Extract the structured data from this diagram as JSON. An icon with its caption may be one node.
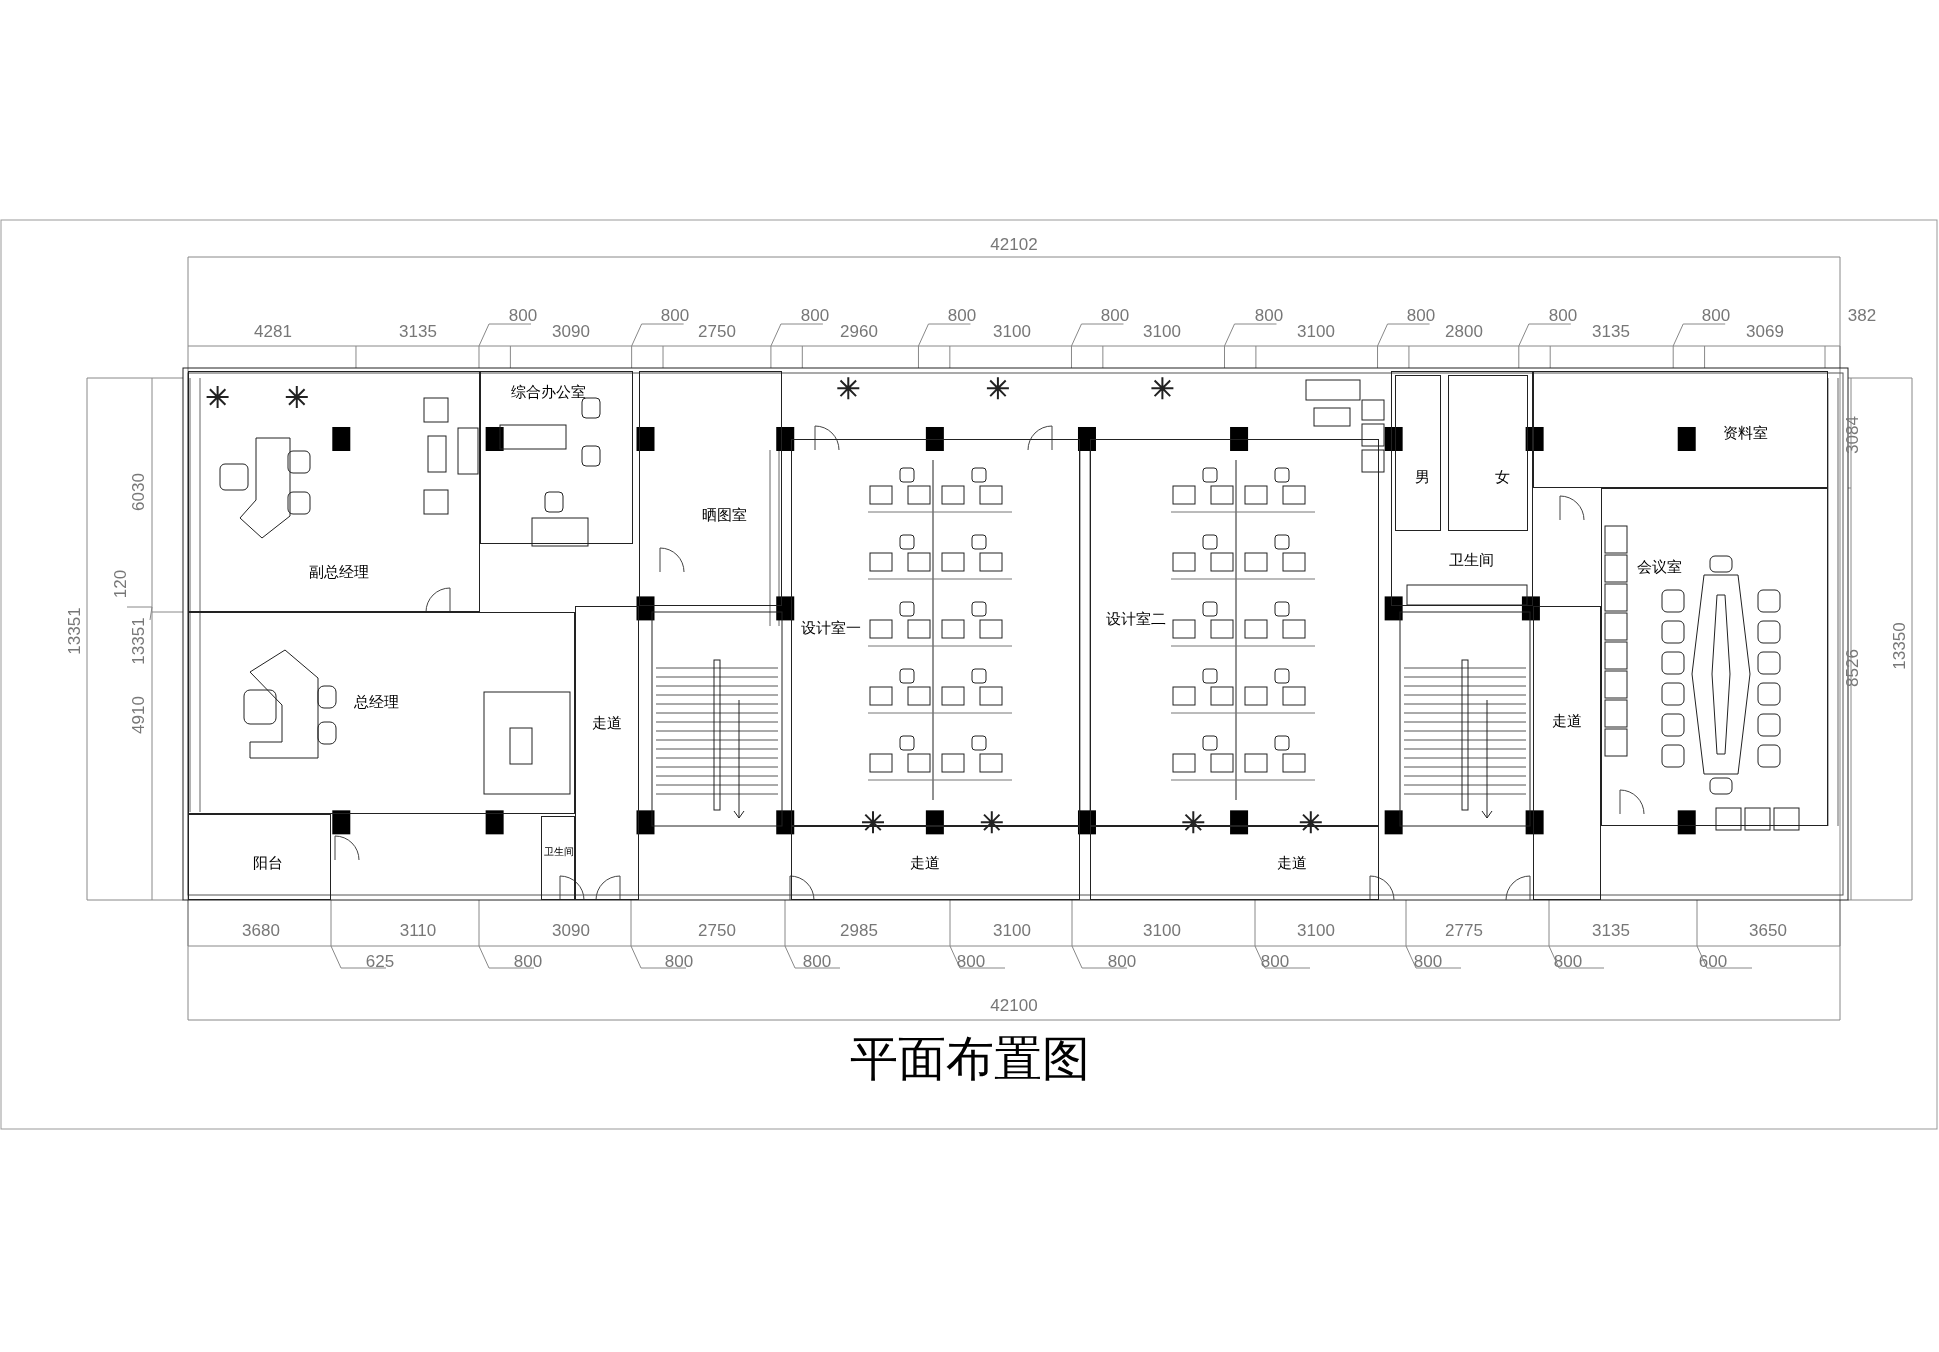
{
  "diagram": {
    "title": "平面布置图",
    "nodes": [
      {
        "text": [
          "副总经理"
        ]
      },
      {
        "text": [
          "综合办公室"
        ]
      },
      {
        "text": [
          "晒图室"
        ]
      },
      {
        "text": [
          "卫生间"
        ]
      },
      {
        "text": [
          "男"
        ],
        "in": 3
      },
      {
        "text": [
          "女"
        ],
        "in": 3
      },
      {
        "text": [
          "资料室"
        ]
      },
      {
        "text": [
          "设计室一"
        ]
      },
      {
        "text": [
          "设计室二"
        ]
      },
      {
        "text": [
          "会议室"
        ]
      },
      {
        "text": [
          "总经理"
        ]
      },
      {
        "text": [
          "走道"
        ]
      },
      {
        "text": [
          "走道"
        ]
      },
      {
        "text": [
          "阳台"
        ]
      },
      {
        "text": [
          "卫生间"
        ]
      },
      {
        "text": [
          "走道"
        ]
      },
      {
        "text": [
          "走道"
        ]
      }
    ],
    "labels": [
      "42102",
      "4281",
      "3135",
      "800",
      "3090",
      "800",
      "2750",
      "800",
      "2960",
      "800",
      "3100",
      "800",
      "3100",
      "800",
      "3100",
      "800",
      "2800",
      "800",
      "3135",
      "800",
      "3069",
      "382",
      "13351",
      "6030",
      "120",
      "13351",
      "4910",
      "3084",
      "8526",
      "13350",
      "3680",
      "3110",
      "3090",
      "2750",
      "2985",
      "3100",
      "3100",
      "3100",
      "2775",
      "3135",
      "3650",
      "625",
      "800",
      "800",
      "800",
      "800",
      "800",
      "800",
      "800",
      "800",
      "600",
      "42100"
    ]
  }
}
